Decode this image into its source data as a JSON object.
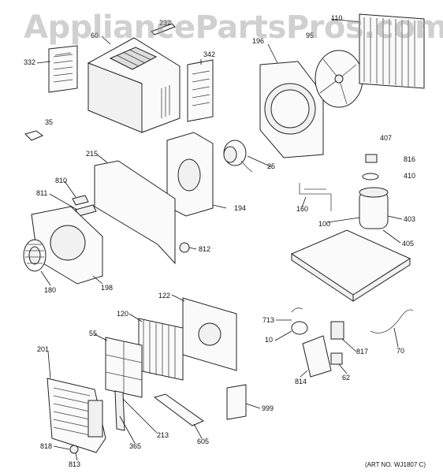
{
  "watermark": "AppliancePartsPros.com",
  "art_number": "(ART NO. WJ1807 C)",
  "callouts": [
    {
      "id": "332",
      "label": "332"
    },
    {
      "id": "60",
      "label": "60"
    },
    {
      "id": "232",
      "label": "232"
    },
    {
      "id": "342",
      "label": "342"
    },
    {
      "id": "196",
      "label": "196"
    },
    {
      "id": "110",
      "label": "110"
    },
    {
      "id": "95",
      "label": "95"
    },
    {
      "id": "35",
      "label": "35"
    },
    {
      "id": "215",
      "label": "215"
    },
    {
      "id": "25",
      "label": "25"
    },
    {
      "id": "407",
      "label": "407"
    },
    {
      "id": "816",
      "label": "816"
    },
    {
      "id": "410",
      "label": "410"
    },
    {
      "id": "810",
      "label": "810"
    },
    {
      "id": "194",
      "label": "194"
    },
    {
      "id": "160",
      "label": "160"
    },
    {
      "id": "811",
      "label": "811"
    },
    {
      "id": "100",
      "label": "100"
    },
    {
      "id": "403",
      "label": "403"
    },
    {
      "id": "812",
      "label": "812"
    },
    {
      "id": "405",
      "label": "405"
    },
    {
      "id": "180",
      "label": "180"
    },
    {
      "id": "198",
      "label": "198"
    },
    {
      "id": "122",
      "label": "122"
    },
    {
      "id": "120",
      "label": "120"
    },
    {
      "id": "713",
      "label": "713"
    },
    {
      "id": "55",
      "label": "55"
    },
    {
      "id": "10",
      "label": "10"
    },
    {
      "id": "817",
      "label": "817"
    },
    {
      "id": "70",
      "label": "70"
    },
    {
      "id": "201",
      "label": "201"
    },
    {
      "id": "814",
      "label": "814"
    },
    {
      "id": "62",
      "label": "62"
    },
    {
      "id": "999",
      "label": "999"
    },
    {
      "id": "213",
      "label": "213"
    },
    {
      "id": "365",
      "label": "365"
    },
    {
      "id": "605",
      "label": "605"
    },
    {
      "id": "818",
      "label": "818"
    },
    {
      "id": "813",
      "label": "813"
    }
  ]
}
